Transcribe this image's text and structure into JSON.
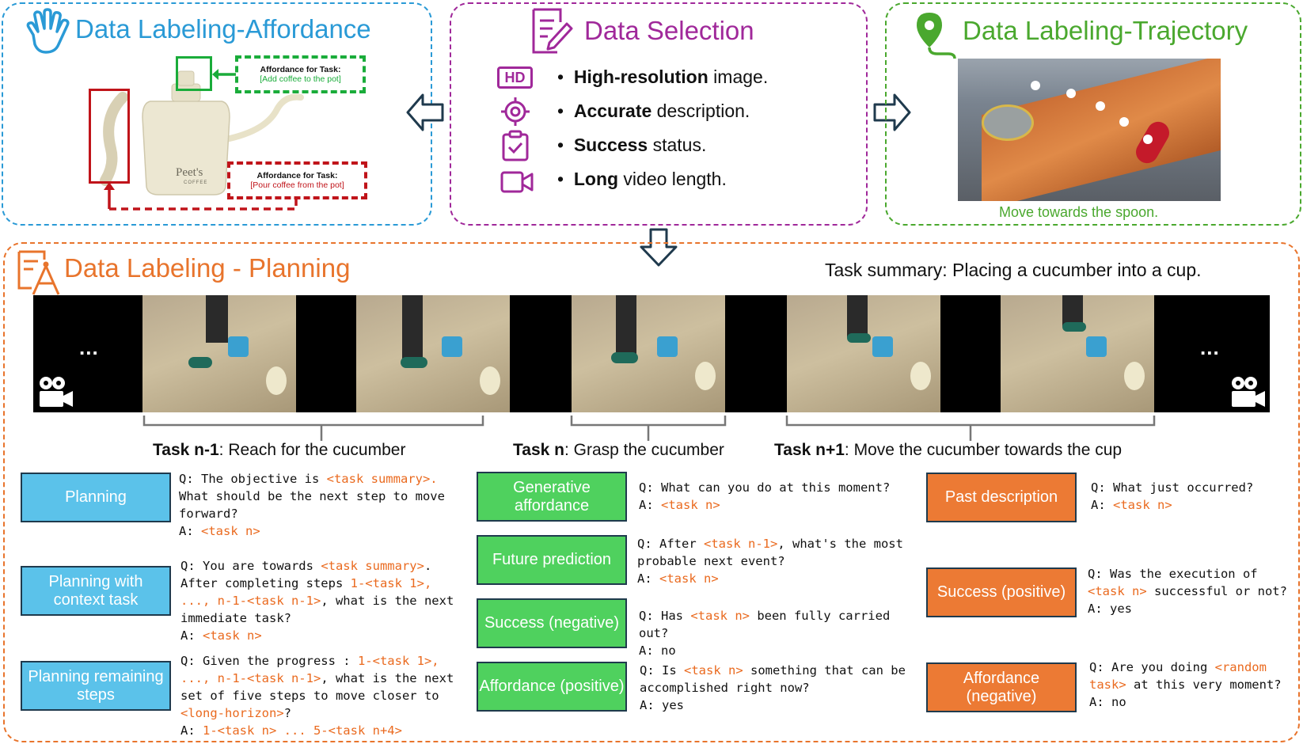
{
  "affordance": {
    "title": "Data Labeling-Affordance",
    "label1": "Affordance for Task:",
    "task1": "[Add coffee to the pot]",
    "label2": "Affordance for Task:",
    "task2": "[Pour coffee from the pot]",
    "brand": "Peet's",
    "brand_sub": "COFFEE"
  },
  "selection": {
    "title": "Data Selection",
    "hd": "HD",
    "items": [
      {
        "bold": "High-resolution",
        "rest": " image."
      },
      {
        "bold": "Accurate",
        "rest": " description."
      },
      {
        "bold": "Success",
        "rest": " status."
      },
      {
        "bold": "Long",
        "rest": " video length."
      }
    ]
  },
  "trajectory": {
    "title": "Data Labeling-Trajectory",
    "caption": "Move towards the spoon."
  },
  "planning": {
    "title": "Data Labeling - Planning",
    "summary": "Task summary: Placing a cucumber into a cup.",
    "ellipsis_left": "...",
    "ellipsis_right": "...",
    "tasks": [
      {
        "bold": "Task n-1",
        "rest": ": Reach for the cucumber"
      },
      {
        "bold": "Task n",
        "rest": ": Grasp the cucumber"
      },
      {
        "bold": "Task n+1",
        "rest": ": Move the cucumber towards the cup"
      }
    ]
  },
  "categories": {
    "planning": "Planning",
    "planning_context": "Planning with context task",
    "planning_remaining": "Planning remaining steps",
    "gen_affordance": "Generative affordance",
    "future_prediction": "Future prediction",
    "success_negative": "Success (negative)",
    "affordance_positive": "Affordance (positive)",
    "past_description": "Past description",
    "success_positive": "Success (positive)",
    "affordance_negative": "Affordance (negative)"
  },
  "qa": {
    "planning": "Q: The objective is <o>&lt;task summary&gt;.</o> What should be the next step to move forward?<br>A: <o>&lt;task n&gt;</o>",
    "planning_context": "Q: You are towards <o>&lt;task summary&gt;</o>.<br>After completing steps <o>1-&lt;task 1&gt;, ..., n-1-&lt;task n-1&gt;</o>, what is the next immediate task?<br>A: <o>&lt;task n&gt;</o>",
    "planning_remaining": "Q: Given the progress : <o>1-&lt;task 1&gt;, ..., n-1-&lt;task n-1&gt;</o>, what is the next set of five steps to move closer to <o>&lt;long-horizon&gt;</o>?<br>A: <o>1-&lt;task n&gt;  ... 5-&lt;task n+4&gt;</o>",
    "gen_affordance": "Q: What can you do at this moment?<br>A: <o>&lt;task n&gt;</o>",
    "future_prediction": "Q: After <o>&lt;task n-1&gt;</o>, what's the most probable next event?<br>A: <o>&lt;task n&gt;</o>",
    "success_negative": "Q: Has <o>&lt;task n&gt;</o> been fully carried out?<br>A: no",
    "affordance_positive": "Q: Is <o>&lt;task n&gt;</o> something that can be accomplished right now?<br>A: yes",
    "past_description": "Q: What just occurred?<br>A: <o>&lt;task n&gt;</o>",
    "success_positive": "Q: Was the execution of <o>&lt;task n&gt;</o> successful or not?<br>A: yes",
    "affordance_negative": "Q: Are you doing <o>&lt;random task&gt;</o> at this very moment?<br>A: no"
  },
  "colors": {
    "affordance_border": "#2a9ad6",
    "selection_border": "#a0289a",
    "trajectory_border": "#4aa82e",
    "planning_border": "#e8742c",
    "green_box": "#1aac3a",
    "red_box": "#c0141a",
    "orange_text": "#ea6a1f"
  }
}
